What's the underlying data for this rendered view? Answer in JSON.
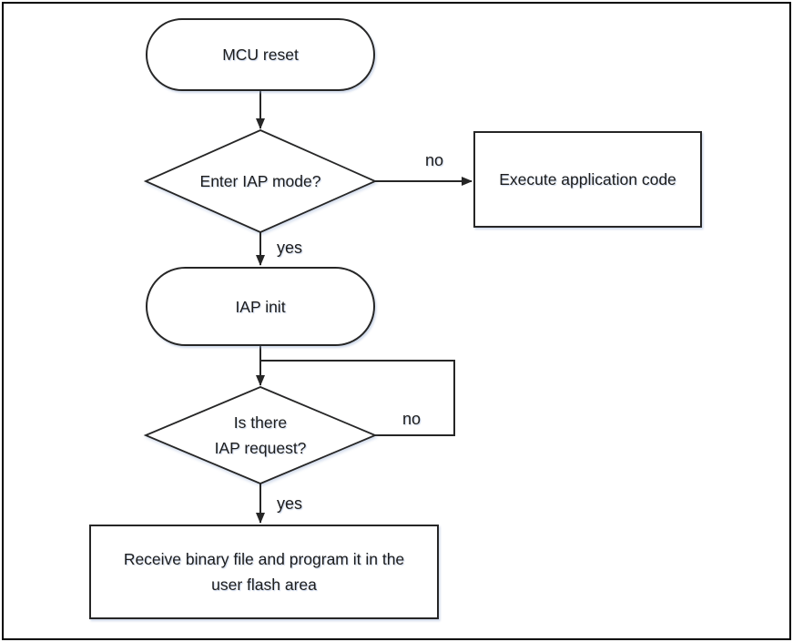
{
  "flowchart": {
    "colors": {
      "stroke": "#262626",
      "text": "#1c1c1c",
      "background": "#ffffff"
    },
    "nodes": {
      "mcu_reset": {
        "type": "terminator",
        "label": "MCU reset"
      },
      "enter_iap_mode": {
        "type": "decision",
        "label": "Enter IAP mode?"
      },
      "execute_application_code": {
        "type": "process",
        "label": "Execute application code"
      },
      "iap_init": {
        "type": "terminator",
        "label": "IAP init"
      },
      "is_there_iap_request": {
        "type": "decision",
        "label": "Is there\nIAP request?"
      },
      "receive_and_program": {
        "type": "process",
        "label": "Receive binary file and program it in the\nuser flash area"
      }
    },
    "edges": [
      {
        "from": "mcu_reset",
        "to": "enter_iap_mode",
        "label": ""
      },
      {
        "from": "enter_iap_mode",
        "to": "execute_application_code",
        "label": "no"
      },
      {
        "from": "enter_iap_mode",
        "to": "iap_init",
        "label": "yes"
      },
      {
        "from": "iap_init",
        "to": "is_there_iap_request",
        "label": ""
      },
      {
        "from": "is_there_iap_request",
        "to": "is_there_iap_request",
        "label": "no"
      },
      {
        "from": "is_there_iap_request",
        "to": "receive_and_program",
        "label": "yes"
      }
    ]
  }
}
